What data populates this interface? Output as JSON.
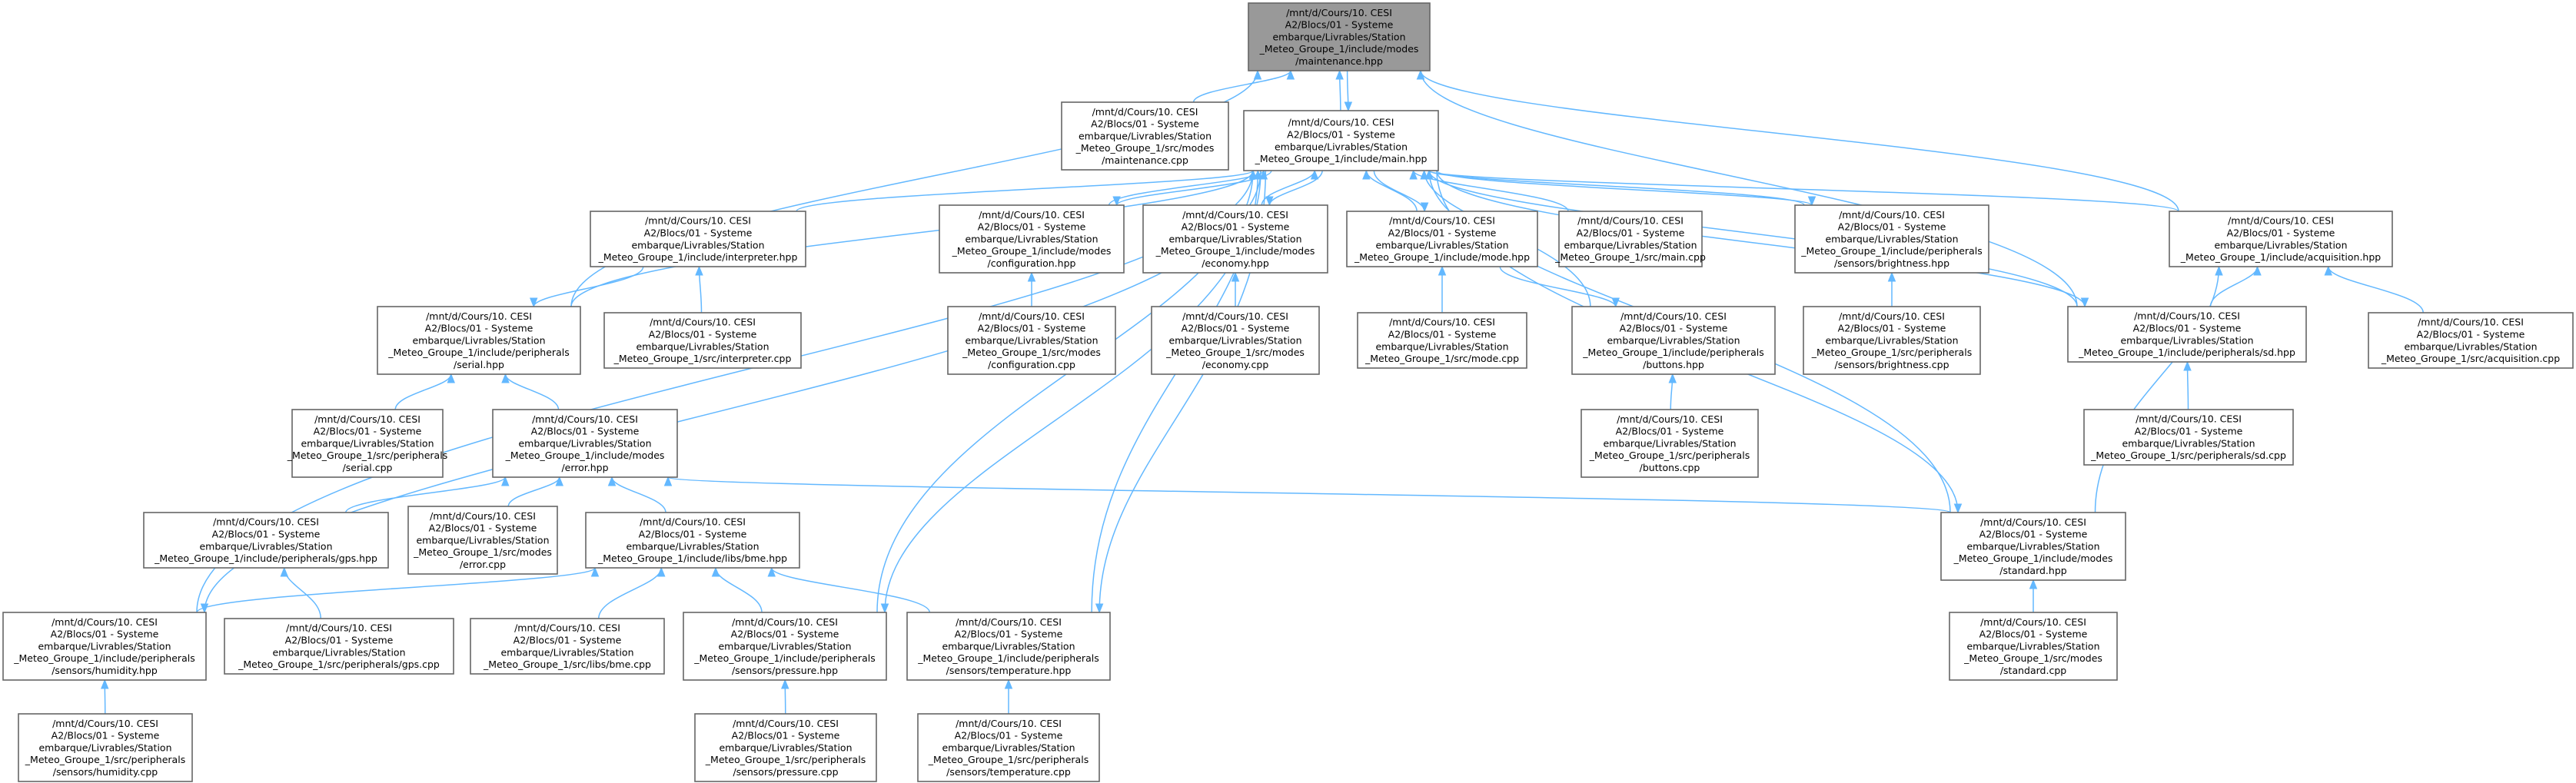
{
  "graph": {
    "colors": {
      "edge": "#63b8ff",
      "root_fill": "#999999",
      "node_fill": "#ffffff",
      "node_border": "#666666"
    },
    "nodes": [
      {
        "id": "maintenance_hpp",
        "root": true,
        "lines": [
          "/mnt/d/Cours/10. CESI",
          "A2/Blocs/01 - Systeme",
          "embarque/Livrables/Station",
          "_Meteo_Groupe_1/include/modes",
          "/maintenance.hpp"
        ]
      },
      {
        "id": "maintenance_cpp",
        "lines": [
          "/mnt/d/Cours/10. CESI",
          "A2/Blocs/01 - Systeme",
          "embarque/Livrables/Station",
          "_Meteo_Groupe_1/src/modes",
          "/maintenance.cpp"
        ]
      },
      {
        "id": "main_hpp",
        "lines": [
          "/mnt/d/Cours/10. CESI",
          "A2/Blocs/01 - Systeme",
          "embarque/Livrables/Station",
          "_Meteo_Groupe_1/include/main.hpp"
        ]
      },
      {
        "id": "interpreter_hpp",
        "lines": [
          "/mnt/d/Cours/10. CESI",
          "A2/Blocs/01 - Systeme",
          "embarque/Livrables/Station",
          "_Meteo_Groupe_1/include/interpreter.hpp"
        ]
      },
      {
        "id": "configuration_hpp",
        "lines": [
          "/mnt/d/Cours/10. CESI",
          "A2/Blocs/01 - Systeme",
          "embarque/Livrables/Station",
          "_Meteo_Groupe_1/include/modes",
          "/configuration.hpp"
        ]
      },
      {
        "id": "economy_hpp",
        "lines": [
          "/mnt/d/Cours/10. CESI",
          "A2/Blocs/01 - Systeme",
          "embarque/Livrables/Station",
          "_Meteo_Groupe_1/include/modes",
          "/economy.hpp"
        ]
      },
      {
        "id": "mode_hpp",
        "lines": [
          "/mnt/d/Cours/10. CESI",
          "A2/Blocs/01 - Systeme",
          "embarque/Livrables/Station",
          "_Meteo_Groupe_1/include/mode.hpp"
        ]
      },
      {
        "id": "main_cpp",
        "lines": [
          "/mnt/d/Cours/10. CESI",
          "A2/Blocs/01 - Systeme",
          "embarque/Livrables/Station",
          "_Meteo_Groupe_1/src/main.cpp"
        ]
      },
      {
        "id": "brightness_hpp",
        "lines": [
          "/mnt/d/Cours/10. CESI",
          "A2/Blocs/01 - Systeme",
          "embarque/Livrables/Station",
          "_Meteo_Groupe_1/include/peripherals",
          "/sensors/brightness.hpp"
        ]
      },
      {
        "id": "acquisition_hpp",
        "lines": [
          "/mnt/d/Cours/10. CESI",
          "A2/Blocs/01 - Systeme",
          "embarque/Livrables/Station",
          "_Meteo_Groupe_1/include/acquisition.hpp"
        ]
      },
      {
        "id": "serial_hpp",
        "lines": [
          "/mnt/d/Cours/10. CESI",
          "A2/Blocs/01 - Systeme",
          "embarque/Livrables/Station",
          "_Meteo_Groupe_1/include/peripherals",
          "/serial.hpp"
        ]
      },
      {
        "id": "interpreter_cpp",
        "lines": [
          "/mnt/d/Cours/10. CESI",
          "A2/Blocs/01 - Systeme",
          "embarque/Livrables/Station",
          "_Meteo_Groupe_1/src/interpreter.cpp"
        ]
      },
      {
        "id": "configuration_cpp",
        "lines": [
          "/mnt/d/Cours/10. CESI",
          "A2/Blocs/01 - Systeme",
          "embarque/Livrables/Station",
          "_Meteo_Groupe_1/src/modes",
          "/configuration.cpp"
        ]
      },
      {
        "id": "economy_cpp",
        "lines": [
          "/mnt/d/Cours/10. CESI",
          "A2/Blocs/01 - Systeme",
          "embarque/Livrables/Station",
          "_Meteo_Groupe_1/src/modes",
          "/economy.cpp"
        ]
      },
      {
        "id": "mode_cpp",
        "lines": [
          "/mnt/d/Cours/10. CESI",
          "A2/Blocs/01 - Systeme",
          "embarque/Livrables/Station",
          "_Meteo_Groupe_1/src/mode.cpp"
        ]
      },
      {
        "id": "buttons_hpp",
        "lines": [
          "/mnt/d/Cours/10. CESI",
          "A2/Blocs/01 - Systeme",
          "embarque/Livrables/Station",
          "_Meteo_Groupe_1/include/peripherals",
          "/buttons.hpp"
        ]
      },
      {
        "id": "brightness_cpp",
        "lines": [
          "/mnt/d/Cours/10. CESI",
          "A2/Blocs/01 - Systeme",
          "embarque/Livrables/Station",
          "_Meteo_Groupe_1/src/peripherals",
          "/sensors/brightness.cpp"
        ]
      },
      {
        "id": "sd_hpp",
        "lines": [
          "/mnt/d/Cours/10. CESI",
          "A2/Blocs/01 - Systeme",
          "embarque/Livrables/Station",
          "_Meteo_Groupe_1/include/peripherals/sd.hpp"
        ]
      },
      {
        "id": "acquisition_cpp",
        "lines": [
          "/mnt/d/Cours/10. CESI",
          "A2/Blocs/01 - Systeme",
          "embarque/Livrables/Station",
          "_Meteo_Groupe_1/src/acquisition.cpp"
        ]
      },
      {
        "id": "serial_cpp",
        "lines": [
          "/mnt/d/Cours/10. CESI",
          "A2/Blocs/01 - Systeme",
          "embarque/Livrables/Station",
          "_Meteo_Groupe_1/src/peripherals",
          "/serial.cpp"
        ]
      },
      {
        "id": "error_hpp",
        "lines": [
          "/mnt/d/Cours/10. CESI",
          "A2/Blocs/01 - Systeme",
          "embarque/Livrables/Station",
          "_Meteo_Groupe_1/include/modes",
          "/error.hpp"
        ]
      },
      {
        "id": "buttons_cpp",
        "lines": [
          "/mnt/d/Cours/10. CESI",
          "A2/Blocs/01 - Systeme",
          "embarque/Livrables/Station",
          "_Meteo_Groupe_1/src/peripherals",
          "/buttons.cpp"
        ]
      },
      {
        "id": "sd_cpp",
        "lines": [
          "/mnt/d/Cours/10. CESI",
          "A2/Blocs/01 - Systeme",
          "embarque/Livrables/Station",
          "_Meteo_Groupe_1/src/peripherals/sd.cpp"
        ]
      },
      {
        "id": "gps_hpp",
        "lines": [
          "/mnt/d/Cours/10. CESI",
          "A2/Blocs/01 - Systeme",
          "embarque/Livrables/Station",
          "_Meteo_Groupe_1/include/peripherals/gps.hpp"
        ]
      },
      {
        "id": "error_cpp",
        "lines": [
          "/mnt/d/Cours/10. CESI",
          "A2/Blocs/01 - Systeme",
          "embarque/Livrables/Station",
          "_Meteo_Groupe_1/src/modes",
          "/error.cpp"
        ]
      },
      {
        "id": "bme_hpp",
        "lines": [
          "/mnt/d/Cours/10. CESI",
          "A2/Blocs/01 - Systeme",
          "embarque/Livrables/Station",
          "_Meteo_Groupe_1/include/libs/bme.hpp"
        ]
      },
      {
        "id": "standard_hpp",
        "lines": [
          "/mnt/d/Cours/10. CESI",
          "A2/Blocs/01 - Systeme",
          "embarque/Livrables/Station",
          "_Meteo_Groupe_1/include/modes",
          "/standard.hpp"
        ]
      },
      {
        "id": "humidity_hpp",
        "lines": [
          "/mnt/d/Cours/10. CESI",
          "A2/Blocs/01 - Systeme",
          "embarque/Livrables/Station",
          "_Meteo_Groupe_1/include/peripherals",
          "/sensors/humidity.hpp"
        ]
      },
      {
        "id": "gps_cpp",
        "lines": [
          "/mnt/d/Cours/10. CESI",
          "A2/Blocs/01 - Systeme",
          "embarque/Livrables/Station",
          "_Meteo_Groupe_1/src/peripherals/gps.cpp"
        ]
      },
      {
        "id": "bme_cpp",
        "lines": [
          "/mnt/d/Cours/10. CESI",
          "A2/Blocs/01 - Systeme",
          "embarque/Livrables/Station",
          "_Meteo_Groupe_1/src/libs/bme.cpp"
        ]
      },
      {
        "id": "pressure_hpp",
        "lines": [
          "/mnt/d/Cours/10. CESI",
          "A2/Blocs/01 - Systeme",
          "embarque/Livrables/Station",
          "_Meteo_Groupe_1/include/peripherals",
          "/sensors/pressure.hpp"
        ]
      },
      {
        "id": "temperature_hpp",
        "lines": [
          "/mnt/d/Cours/10. CESI",
          "A2/Blocs/01 - Systeme",
          "embarque/Livrables/Station",
          "_Meteo_Groupe_1/include/peripherals",
          "/sensors/temperature.hpp"
        ]
      },
      {
        "id": "standard_cpp",
        "lines": [
          "/mnt/d/Cours/10. CESI",
          "A2/Blocs/01 - Systeme",
          "embarque/Livrables/Station",
          "_Meteo_Groupe_1/src/modes",
          "/standard.cpp"
        ]
      },
      {
        "id": "humidity_cpp",
        "lines": [
          "/mnt/d/Cours/10. CESI",
          "A2/Blocs/01 - Systeme",
          "embarque/Livrables/Station",
          "_Meteo_Groupe_1/src/peripherals",
          "/sensors/humidity.cpp"
        ]
      },
      {
        "id": "pressure_cpp",
        "lines": [
          "/mnt/d/Cours/10. CESI",
          "A2/Blocs/01 - Systeme",
          "embarque/Livrables/Station",
          "_Meteo_Groupe_1/src/peripherals",
          "/sensors/pressure.cpp"
        ]
      },
      {
        "id": "temperature_cpp",
        "lines": [
          "/mnt/d/Cours/10. CESI",
          "A2/Blocs/01 - Systeme",
          "embarque/Livrables/Station",
          "_Meteo_Groupe_1/src/peripherals",
          "/sensors/temperature.cpp"
        ]
      }
    ],
    "edges": [
      [
        "maintenance_cpp",
        "maintenance_hpp"
      ],
      [
        "main_hpp",
        "maintenance_hpp"
      ],
      [
        "maintenance_hpp",
        "main_hpp"
      ],
      [
        "serial_hpp",
        "maintenance_hpp"
      ],
      [
        "sd_hpp",
        "maintenance_hpp"
      ],
      [
        "acquisition_hpp",
        "maintenance_hpp"
      ],
      [
        "interpreter_hpp",
        "main_hpp"
      ],
      [
        "configuration_hpp",
        "main_hpp"
      ],
      [
        "main_hpp",
        "configuration_hpp"
      ],
      [
        "economy_hpp",
        "main_hpp"
      ],
      [
        "main_hpp",
        "economy_hpp"
      ],
      [
        "mode_hpp",
        "main_hpp"
      ],
      [
        "main_hpp",
        "mode_hpp"
      ],
      [
        "main_cpp",
        "main_hpp"
      ],
      [
        "brightness_hpp",
        "main_hpp"
      ],
      [
        "main_hpp",
        "brightness_hpp"
      ],
      [
        "acquisition_hpp",
        "main_hpp"
      ],
      [
        "sd_hpp",
        "main_hpp"
      ],
      [
        "main_hpp",
        "sd_hpp"
      ],
      [
        "serial_hpp",
        "main_hpp"
      ],
      [
        "buttons_hpp",
        "main_hpp"
      ],
      [
        "standard_hpp",
        "main_hpp"
      ],
      [
        "main_hpp",
        "standard_hpp"
      ],
      [
        "humidity_hpp",
        "main_hpp"
      ],
      [
        "main_hpp",
        "humidity_hpp"
      ],
      [
        "pressure_hpp",
        "main_hpp"
      ],
      [
        "main_hpp",
        "pressure_hpp"
      ],
      [
        "temperature_hpp",
        "main_hpp"
      ],
      [
        "main_hpp",
        "temperature_hpp"
      ],
      [
        "interpreter_hpp",
        "serial_hpp"
      ],
      [
        "interpreter_cpp",
        "interpreter_hpp"
      ],
      [
        "configuration_cpp",
        "configuration_hpp"
      ],
      [
        "economy_cpp",
        "economy_hpp"
      ],
      [
        "mode_cpp",
        "mode_hpp"
      ],
      [
        "mode_hpp",
        "buttons_hpp"
      ],
      [
        "brightness_cpp",
        "brightness_hpp"
      ],
      [
        "sd_hpp",
        "acquisition_hpp"
      ],
      [
        "acquisition_cpp",
        "acquisition_hpp"
      ],
      [
        "standard_hpp",
        "acquisition_hpp"
      ],
      [
        "serial_cpp",
        "serial_hpp"
      ],
      [
        "error_hpp",
        "serial_hpp"
      ],
      [
        "buttons_cpp",
        "buttons_hpp"
      ],
      [
        "sd_cpp",
        "sd_hpp"
      ],
      [
        "gps_hpp",
        "error_hpp"
      ],
      [
        "error_cpp",
        "error_hpp"
      ],
      [
        "bme_hpp",
        "error_hpp"
      ],
      [
        "standard_hpp",
        "error_hpp"
      ],
      [
        "gps_cpp",
        "gps_hpp"
      ],
      [
        "humidity_hpp",
        "bme_hpp"
      ],
      [
        "bme_cpp",
        "bme_hpp"
      ],
      [
        "pressure_hpp",
        "bme_hpp"
      ],
      [
        "temperature_hpp",
        "bme_hpp"
      ],
      [
        "standard_cpp",
        "standard_hpp"
      ],
      [
        "humidity_cpp",
        "humidity_hpp"
      ],
      [
        "pressure_cpp",
        "pressure_hpp"
      ],
      [
        "temperature_cpp",
        "temperature_hpp"
      ]
    ]
  }
}
